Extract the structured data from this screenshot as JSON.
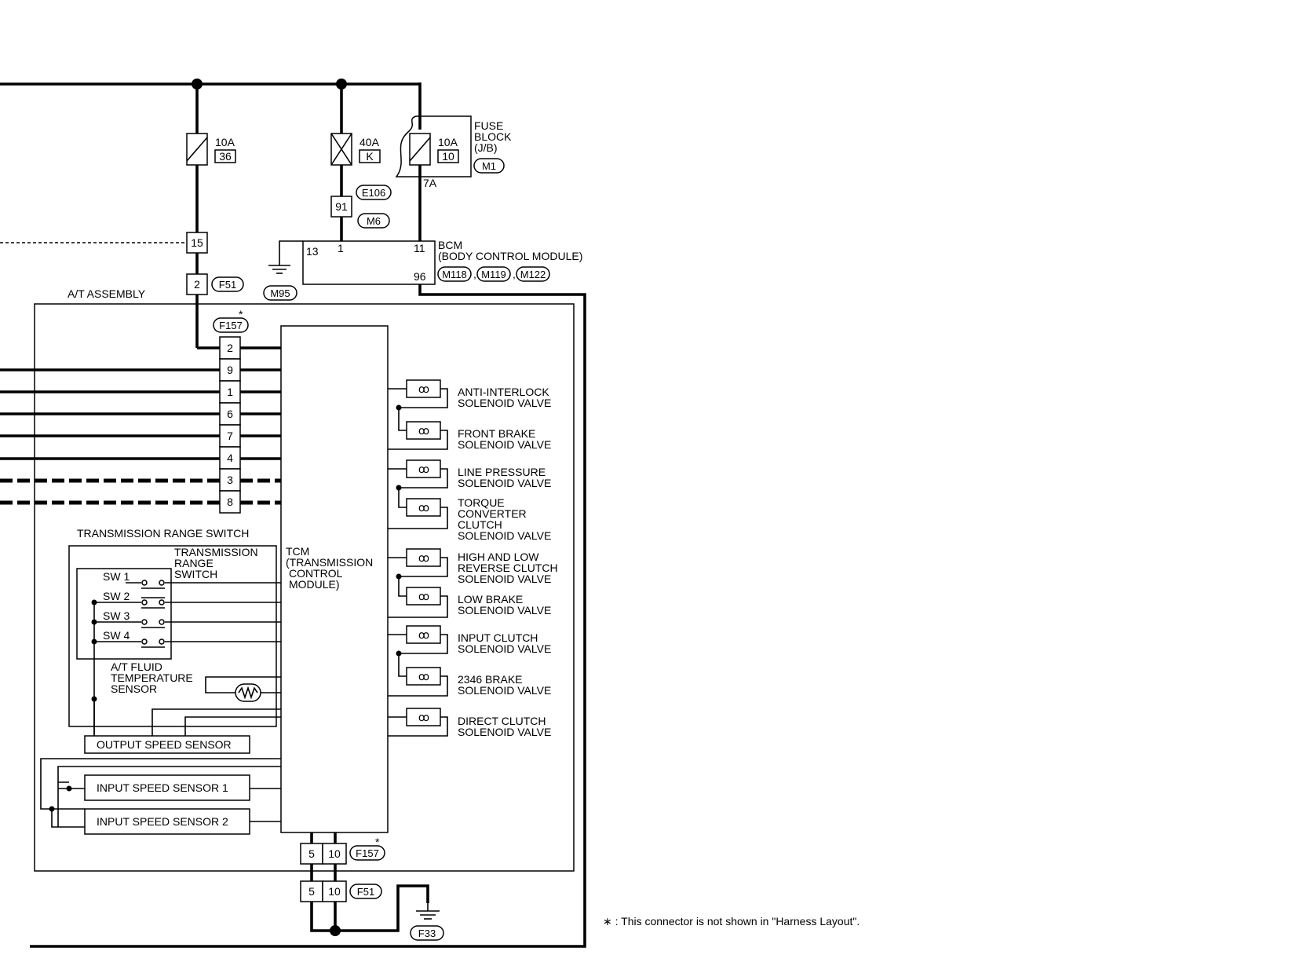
{
  "fuses": [
    {
      "amp": "10A",
      "num": "36"
    },
    {
      "amp": "40A",
      "num": "K"
    },
    {
      "amp": "10A",
      "num": "10"
    }
  ],
  "fuse_block": {
    "line1": "FUSE",
    "line2": "BLOCK",
    "line3": "(J/B)",
    "connector": "M1",
    "terminal": "7A"
  },
  "e106_pin": "91",
  "connectors": {
    "E106": "E106",
    "M6": "M6",
    "F51": "F51",
    "F157": "F157",
    "M95": "M95",
    "F33": "F33",
    "M118": "M118",
    "M119": "M119",
    "M122": "M122"
  },
  "bcm": {
    "line1": "BCM",
    "line2": "(BODY CONTROL MODULE)",
    "pin_13": "13",
    "pin_1": "1",
    "pin_11": "11",
    "pin_96": "96"
  },
  "pins": {
    "p15": "15",
    "p2": "2",
    "f157_top": [
      "2",
      "9",
      "1",
      "6",
      "7",
      "4",
      "3",
      "8"
    ],
    "f157_bottom": [
      "5",
      "10"
    ],
    "f51_bottom": [
      "5",
      "10"
    ]
  },
  "asterisk": "*",
  "at_assembly": "A/T ASSEMBLY",
  "tcm": [
    "TCM",
    "(TRANSMISSION",
    "CONTROL",
    "MODULE)"
  ],
  "solenoids": [
    [
      "ANTI-INTERLOCK",
      "SOLENOID VALVE"
    ],
    [
      "FRONT BRAKE",
      "SOLENOID VALVE"
    ],
    [
      "LINE PRESSURE",
      "SOLENOID VALVE"
    ],
    [
      "TORQUE",
      "CONVERTER",
      "CLUTCH",
      "SOLENOID VALVE"
    ],
    [
      "HIGH AND LOW",
      "REVERSE CLUTCH",
      "SOLENOID VALVE"
    ],
    [
      "LOW BRAKE",
      "SOLENOID VALVE"
    ],
    [
      "INPUT CLUTCH",
      "SOLENOID VALVE"
    ],
    [
      "2346 BRAKE",
      "SOLENOID VALVE"
    ],
    [
      "DIRECT CLUTCH",
      "SOLENOID VALVE"
    ]
  ],
  "trs": {
    "outer": "TRANSMISSION RANGE SWITCH",
    "inner": [
      "TRANSMISSION",
      "RANGE",
      "SWITCH"
    ],
    "switches": [
      "SW 1",
      "SW 2",
      "SW 3",
      "SW 4"
    ]
  },
  "fluid_sensor": [
    "A/T FLUID",
    "TEMPERATURE",
    "SENSOR"
  ],
  "output_speed_sensor": "OUTPUT SPEED SENSOR",
  "input_speed_sensor_1": "INPUT SPEED SENSOR 1",
  "input_speed_sensor_2": "INPUT SPEED SENSOR 2",
  "footnote": "∗ : This connector is not shown in \"Harness Layout\"."
}
